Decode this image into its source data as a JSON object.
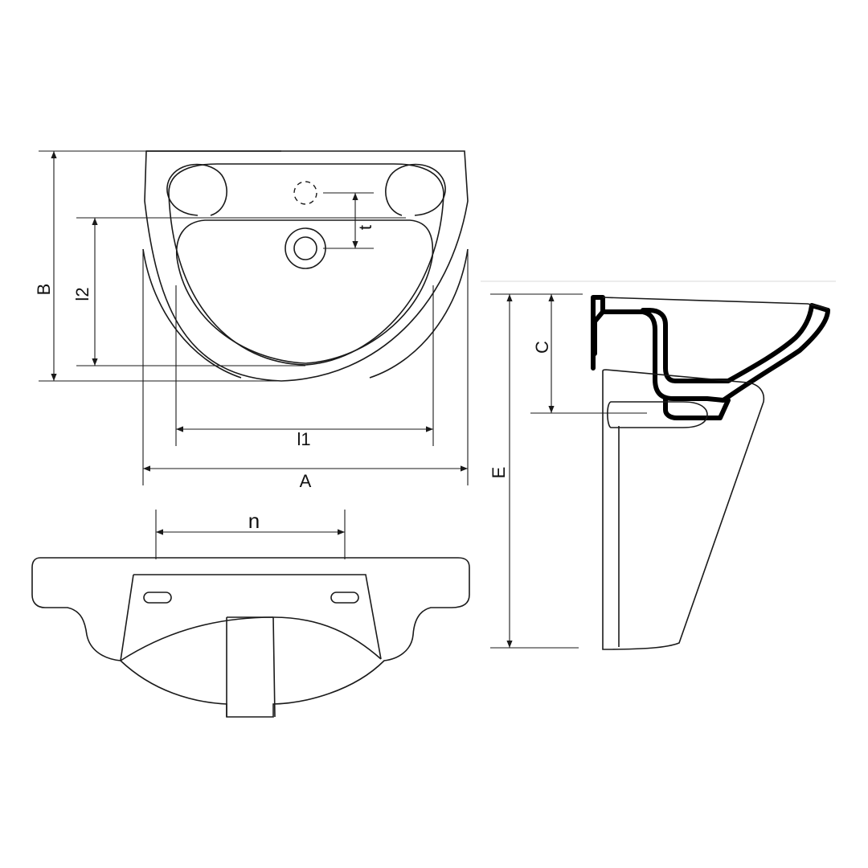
{
  "labels": {
    "A": "A",
    "B": "B",
    "C": "C",
    "E": "E",
    "l1": "l1",
    "l2": "l2",
    "t": "t",
    "n": "n"
  },
  "colors": {
    "line": "#1a1a1a",
    "section": "#000000",
    "background": "#ffffff"
  }
}
